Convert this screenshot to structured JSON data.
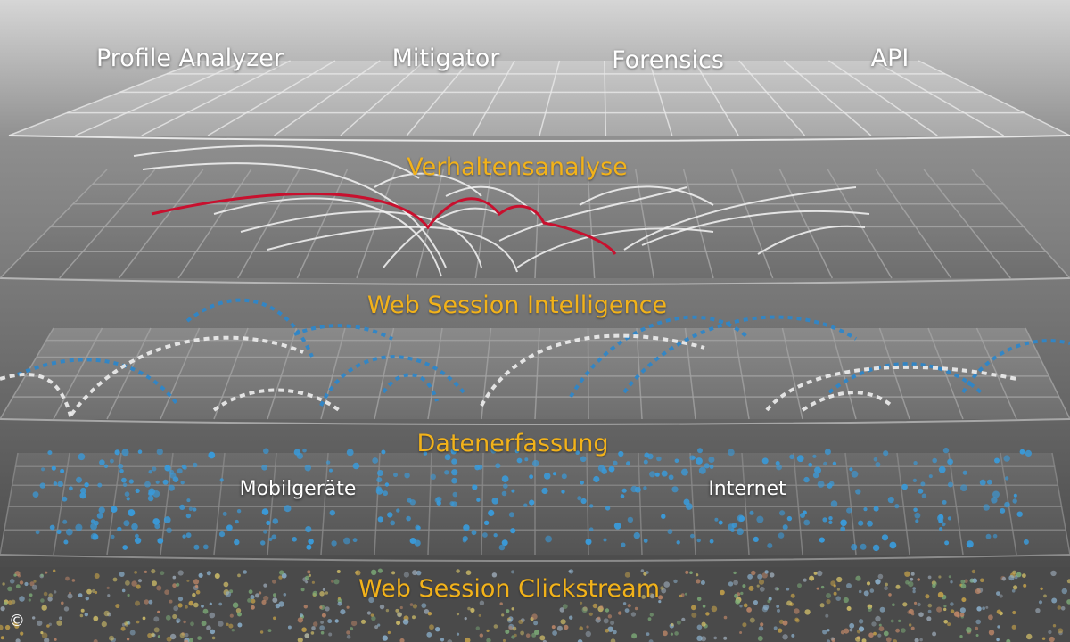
{
  "modules": {
    "profile_analyzer": "Profile Analyzer",
    "mitigator": "Mitigator",
    "forensics": "Forensics",
    "api": "API"
  },
  "layers": {
    "behavior": "Verhaltensanalyse",
    "session_intelligence": "Web Session Intelligence",
    "data_capture": "Datenerfassung",
    "clickstream": "Web Session Clickstream"
  },
  "sources": {
    "mobile": "Mobilgeräte",
    "internet": "Internet"
  },
  "copyright": "©",
  "colors": {
    "label_accent": "#f2b21a",
    "label_white": "#ffffff",
    "arc_red": "#c8102e",
    "arc_blue": "#2e86c8",
    "dot_blue": "#3a9ad9",
    "background": "#5d5d5d"
  }
}
